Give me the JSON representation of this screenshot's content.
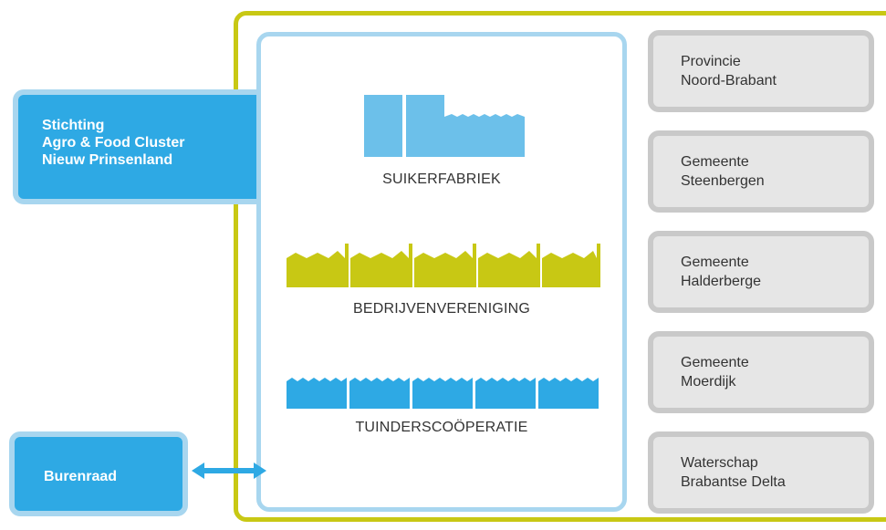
{
  "left": {
    "stichting": [
      "Stichting",
      "Agro & Food Cluster",
      "Nieuw Prinsenland"
    ],
    "burenraad": "Burenraad"
  },
  "center": {
    "suikerfabriek": "SUIKERFABRIEK",
    "bedrijvenvereniging": "BEDRIJVENVERENIGING",
    "tuinderscooperatie": "TUINDERSCOÖPERATIE"
  },
  "right": [
    [
      "Provincie",
      "Noord-Brabant"
    ],
    [
      "Gemeente",
      "Steenbergen"
    ],
    [
      "Gemeente",
      "Halderberge"
    ],
    [
      "Gemeente",
      "Moerdijk"
    ],
    [
      "Waterschap",
      "Brabantse Delta"
    ]
  ],
  "colors": {
    "frame": "#c8c814",
    "light_blue": "#a8d6ef",
    "blue": "#2ea9e4",
    "factory_blue": "#6cc0ea",
    "grey_fill": "#e6e6e6",
    "grey_border": "#c9c9c9"
  },
  "icons": {
    "suikerfabriek": "sugar-factory-icon",
    "bedrijvenvereniging": "industrial-buildings-icon",
    "tuinderscooperatie": "greenhouses-icon",
    "connector": "double-arrow-icon"
  }
}
